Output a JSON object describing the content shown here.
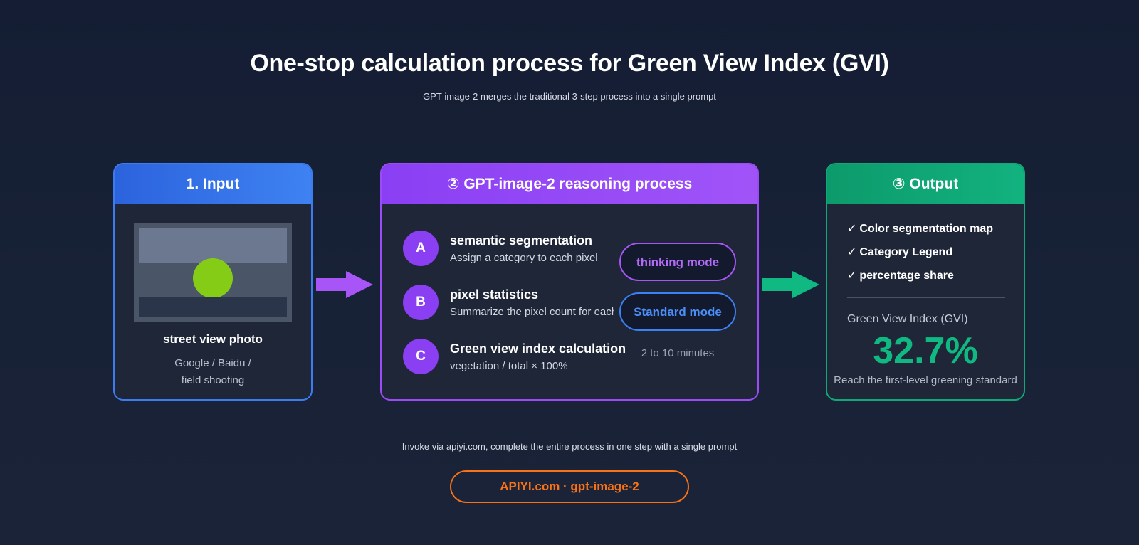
{
  "header": {
    "title": "One-stop calculation process for Green View Index (GVI)",
    "subtitle": "GPT-image-2 merges the traditional 3-step process into a single prompt"
  },
  "input_card": {
    "title": "1. Input",
    "photo_label": "street view photo",
    "sources_line1": "Google / Baidu /",
    "sources_line2": "field shooting"
  },
  "reasoning_card": {
    "title": "② GPT-image-2 reasoning process",
    "steps": [
      {
        "badge": "A",
        "title": "semantic segmentation",
        "desc": "Assign a category to each pixel"
      },
      {
        "badge": "B",
        "title": "pixel statistics",
        "desc": "Summarize the pixel count for each ca"
      },
      {
        "badge": "C",
        "title": "Green view index calculation",
        "desc": "vegetation / total × 100%"
      }
    ],
    "modes": {
      "thinking": "thinking mode",
      "standard": "Standard mode",
      "time": "2 to 10 minutes"
    }
  },
  "output_card": {
    "title": "③ Output",
    "check": "✓",
    "items": [
      "Color segmentation map",
      "Category Legend",
      "percentage share"
    ],
    "gvi_label": "Green View Index (GVI)",
    "gvi_value": "32.7%",
    "gvi_note": "Reach the first-level greening standard"
  },
  "footer": {
    "note": "Invoke via apiyi.com, complete the entire process in one step with a single prompt",
    "brand": "APIYI.com · gpt-image-2"
  },
  "colors": {
    "input_accent": "#3b7cf0",
    "reasoning_accent": "#9b4cf6",
    "output_accent": "#10b981",
    "brand_accent": "#f97316"
  }
}
